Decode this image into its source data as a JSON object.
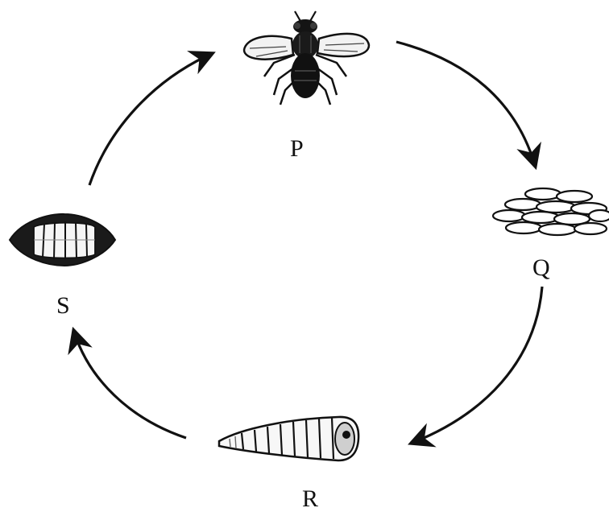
{
  "diagram": {
    "type": "life-cycle",
    "labels": {
      "p": "P",
      "q": "Q",
      "r": "R",
      "s": "S"
    },
    "stages": [
      {
        "label": "P",
        "icon": "housefly-adult-icon"
      },
      {
        "label": "Q",
        "icon": "egg-cluster-icon"
      },
      {
        "label": "R",
        "icon": "maggot-larva-icon"
      },
      {
        "label": "S",
        "icon": "pupa-icon"
      }
    ],
    "cycle_order": [
      "P",
      "Q",
      "R",
      "S"
    ],
    "colors": {
      "ink": "#111111",
      "background": "#ffffff"
    }
  }
}
